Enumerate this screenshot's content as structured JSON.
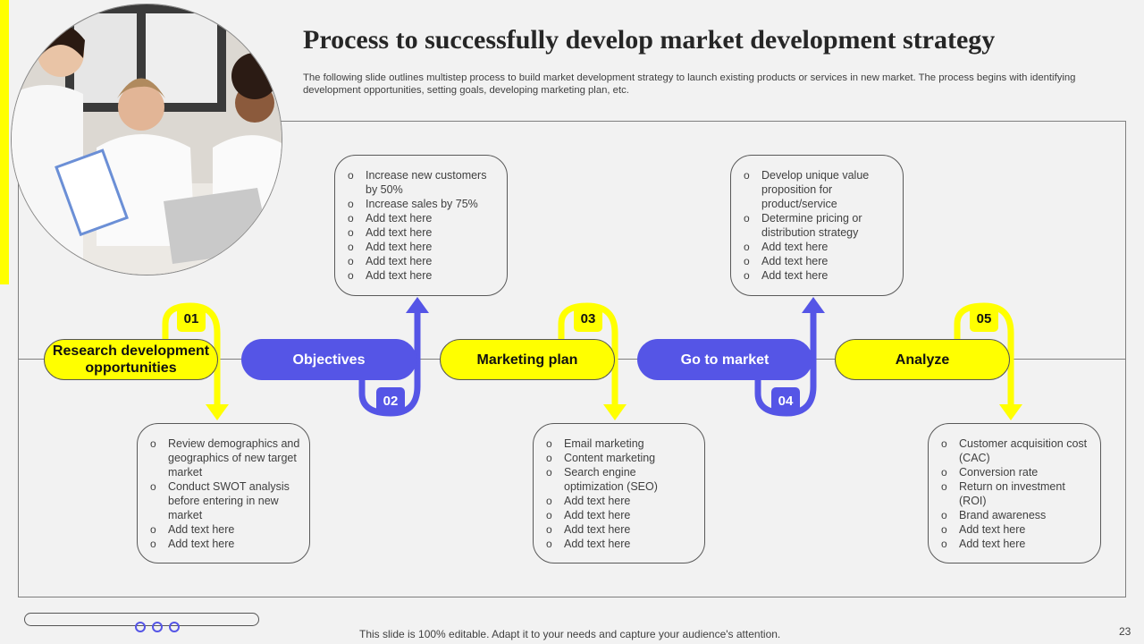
{
  "header": {
    "title": "Process to successfully develop market development strategy",
    "subtitle": "The following slide outlines multistep process to build market development strategy to launch existing products or services in new market. The process begins with identifying development opportunities, setting goals, developing marketing plan, etc."
  },
  "steps": [
    {
      "number": "01",
      "label": "Research development opportunities",
      "color": "#ffff00"
    },
    {
      "number": "02",
      "label": "Objectives",
      "color": "#5555e6"
    },
    {
      "number": "03",
      "label": "Marketing plan",
      "color": "#ffff00"
    },
    {
      "number": "04",
      "label": "Go to market",
      "color": "#5555e6"
    },
    {
      "number": "05",
      "label": "Analyze",
      "color": "#ffff00"
    }
  ],
  "boxes": {
    "research": [
      "Review demographics and geographics of new target market",
      "Conduct SWOT analysis before entering in new market",
      "Add text here",
      "Add text here"
    ],
    "objectives": [
      "Increase new customers by 50%",
      "Increase sales by 75%",
      "Add text here",
      "Add text here",
      "Add text here",
      "Add text here",
      "Add text here"
    ],
    "marketing": [
      "Email marketing",
      "Content marketing",
      "Search engine optimization (SEO)",
      "Add text here",
      "Add text here",
      "Add text here",
      "Add text here"
    ],
    "go_to_market": [
      "Develop unique value proposition for product/service",
      "Determine pricing or distribution strategy",
      "Add text here",
      "Add text here",
      "Add text here"
    ],
    "analyze": [
      "Customer acquisition cost (CAC)",
      "Conversion rate",
      "Return on investment (ROI)",
      "Brand awareness",
      "Add text here",
      "Add text here"
    ]
  },
  "bullet_glyph": "o",
  "footer": {
    "note": "This slide is 100% editable. Adapt it to your needs and capture your audience's attention.",
    "page": "23"
  },
  "colors": {
    "accent_yellow": "#ffff00",
    "accent_blue": "#5555e6",
    "background": "#f2f2f2"
  },
  "icons": [
    "photo-people-meeting"
  ]
}
